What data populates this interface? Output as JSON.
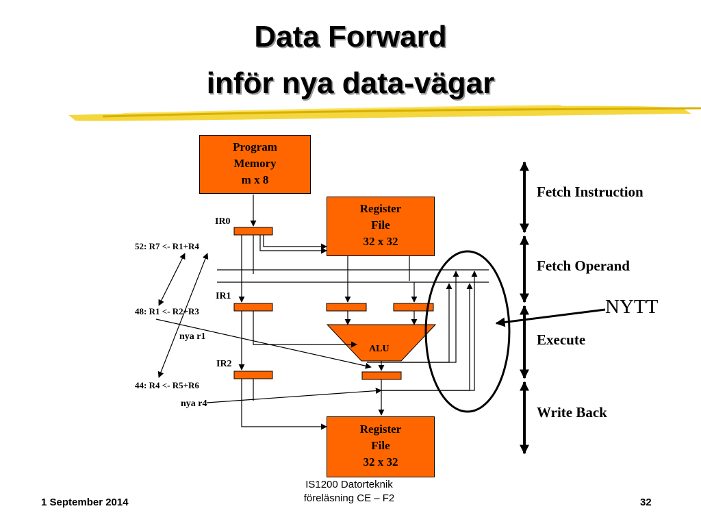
{
  "slide": {
    "title_line1": "Data Forward",
    "title_line2": "inför nya data-vägar"
  },
  "diagram": {
    "program_memory": [
      "Program",
      "Memory",
      "m x 8"
    ],
    "register_file_top": [
      "Register",
      "File",
      "32 x 32"
    ],
    "register_file_bottom": [
      "Register",
      "File",
      "32 x 32"
    ],
    "alu": "ALU",
    "ir0": "IR0",
    "ir1": "IR1",
    "ir2": "IR2",
    "instr52": "52:  R7 <- R1+R4",
    "instr48": "48:  R1 <- R2+R3",
    "instr44": "44:  R4 <- R5+R6",
    "nya_r1": "nya r1",
    "nya_r4": "nya r4",
    "nytt": "NYTT",
    "box_color": "#ff6600"
  },
  "stages": {
    "fetch_instruction": "Fetch Instruction",
    "fetch_operand": "Fetch Operand",
    "execute": "Execute",
    "write_back": "Write Back"
  },
  "footer": {
    "date": "1 September 2014",
    "course_line1": "IS1200 Datorteknik",
    "course_line2": "föreläsning CE – F2",
    "page_number": "32"
  }
}
